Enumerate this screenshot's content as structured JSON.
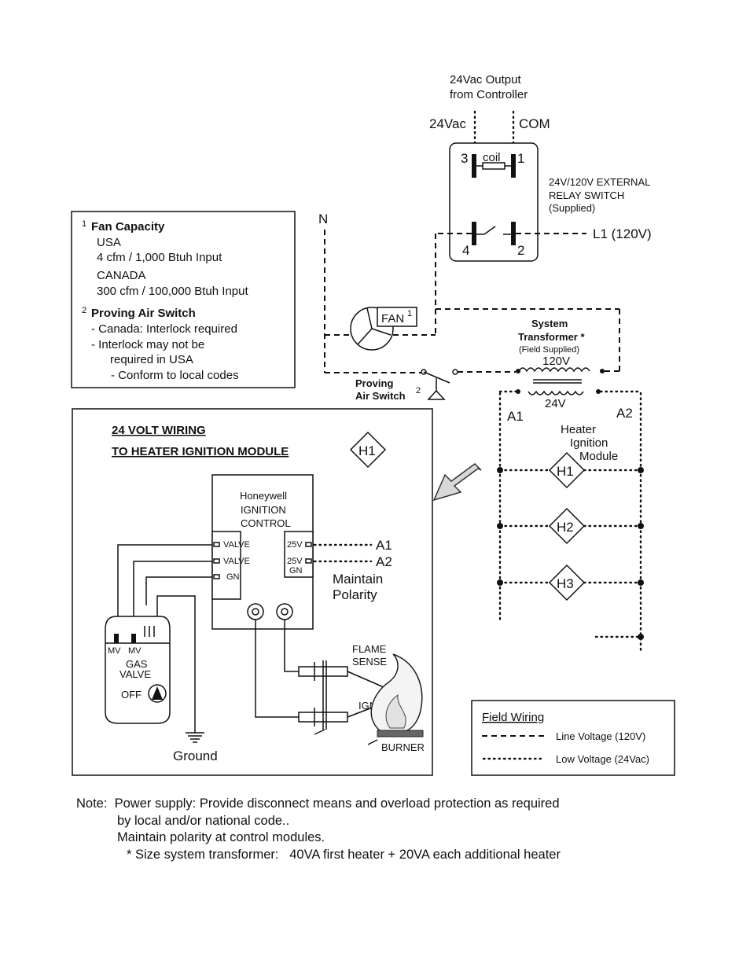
{
  "controller": {
    "output_line1": "24Vac Output",
    "output_line2": "from Controller",
    "vac_label": "24Vac",
    "com_label": "COM"
  },
  "relay": {
    "coil_label": "coil",
    "terminal_3": "3",
    "terminal_1": "1",
    "terminal_4": "4",
    "terminal_2": "2",
    "title_line1": "24V/120V EXTERNAL",
    "title_line2": "RELAY SWITCH",
    "title_line3": "(Supplied)"
  },
  "power": {
    "neutral": "N",
    "line": "L1 (120V)"
  },
  "fan": {
    "label": "FAN",
    "sup": "1"
  },
  "system_transformer": {
    "title_line1": "System",
    "title_line2": "Transformer *",
    "title_line3": "(Field Supplied)",
    "primary": "120V",
    "secondary": "24V"
  },
  "proving_switch": {
    "line1": "Proving",
    "line2": "Air Switch",
    "sup": "2"
  },
  "heater_module": {
    "a1": "A1",
    "a2": "A2",
    "title_line1": "Heater",
    "title_line2": "Ignition",
    "title_line3": "Module",
    "modules": [
      "H1",
      "H2",
      "H3"
    ]
  },
  "notes_box": {
    "fan_sup": "1",
    "fan_title": "Fan Capacity",
    "usa": "USA",
    "usa_value": "4 cfm / 1,000 Btuh Input",
    "canada": "CANADA",
    "canada_value": "300 cfm / 100,000 Btuh Input",
    "switch_sup": "2",
    "switch_title": "Proving Air Switch",
    "canada_req": "- Canada: Interlock required",
    "usa_req_line1": "- Interlock may not be",
    "usa_req_line2": "required in USA",
    "conform": "- Conform to local codes"
  },
  "wiring_box": {
    "title_line1": "24 VOLT WIRING",
    "title_line2": "TO HEATER IGNITION MODULE",
    "badge": "H1",
    "control_line1": "Honeywell",
    "control_line2": "IGNITION",
    "control_line3": "CONTROL",
    "valve_label": "VALVE",
    "gn_label": "GN",
    "v25_label": "25V",
    "a1": "A1",
    "a2": "A2",
    "maintain_line1": "Maintain",
    "maintain_line2": "Polarity",
    "mv1": "MV",
    "mv2": "MV",
    "gas_line1": "GAS",
    "gas_line2": "VALVE",
    "off_label": "OFF",
    "flame_line1": "FLAME",
    "flame_line2": "SENSE",
    "ignition": "IGNITION",
    "burner": "BURNER",
    "ground": "Ground"
  },
  "legend": {
    "title": "Field Wiring",
    "line_voltage": "Line Voltage (120V)",
    "low_voltage": "Low Voltage (24Vac)"
  },
  "note": {
    "prefix": "Note:",
    "line1": "Power supply: Provide disconnect means and overload protection as required",
    "line2": "by local and/or national code..",
    "line3": "Maintain polarity at control modules.",
    "line4": "* Size system transformer:   40VA first heater + 20VA each additional heater"
  }
}
